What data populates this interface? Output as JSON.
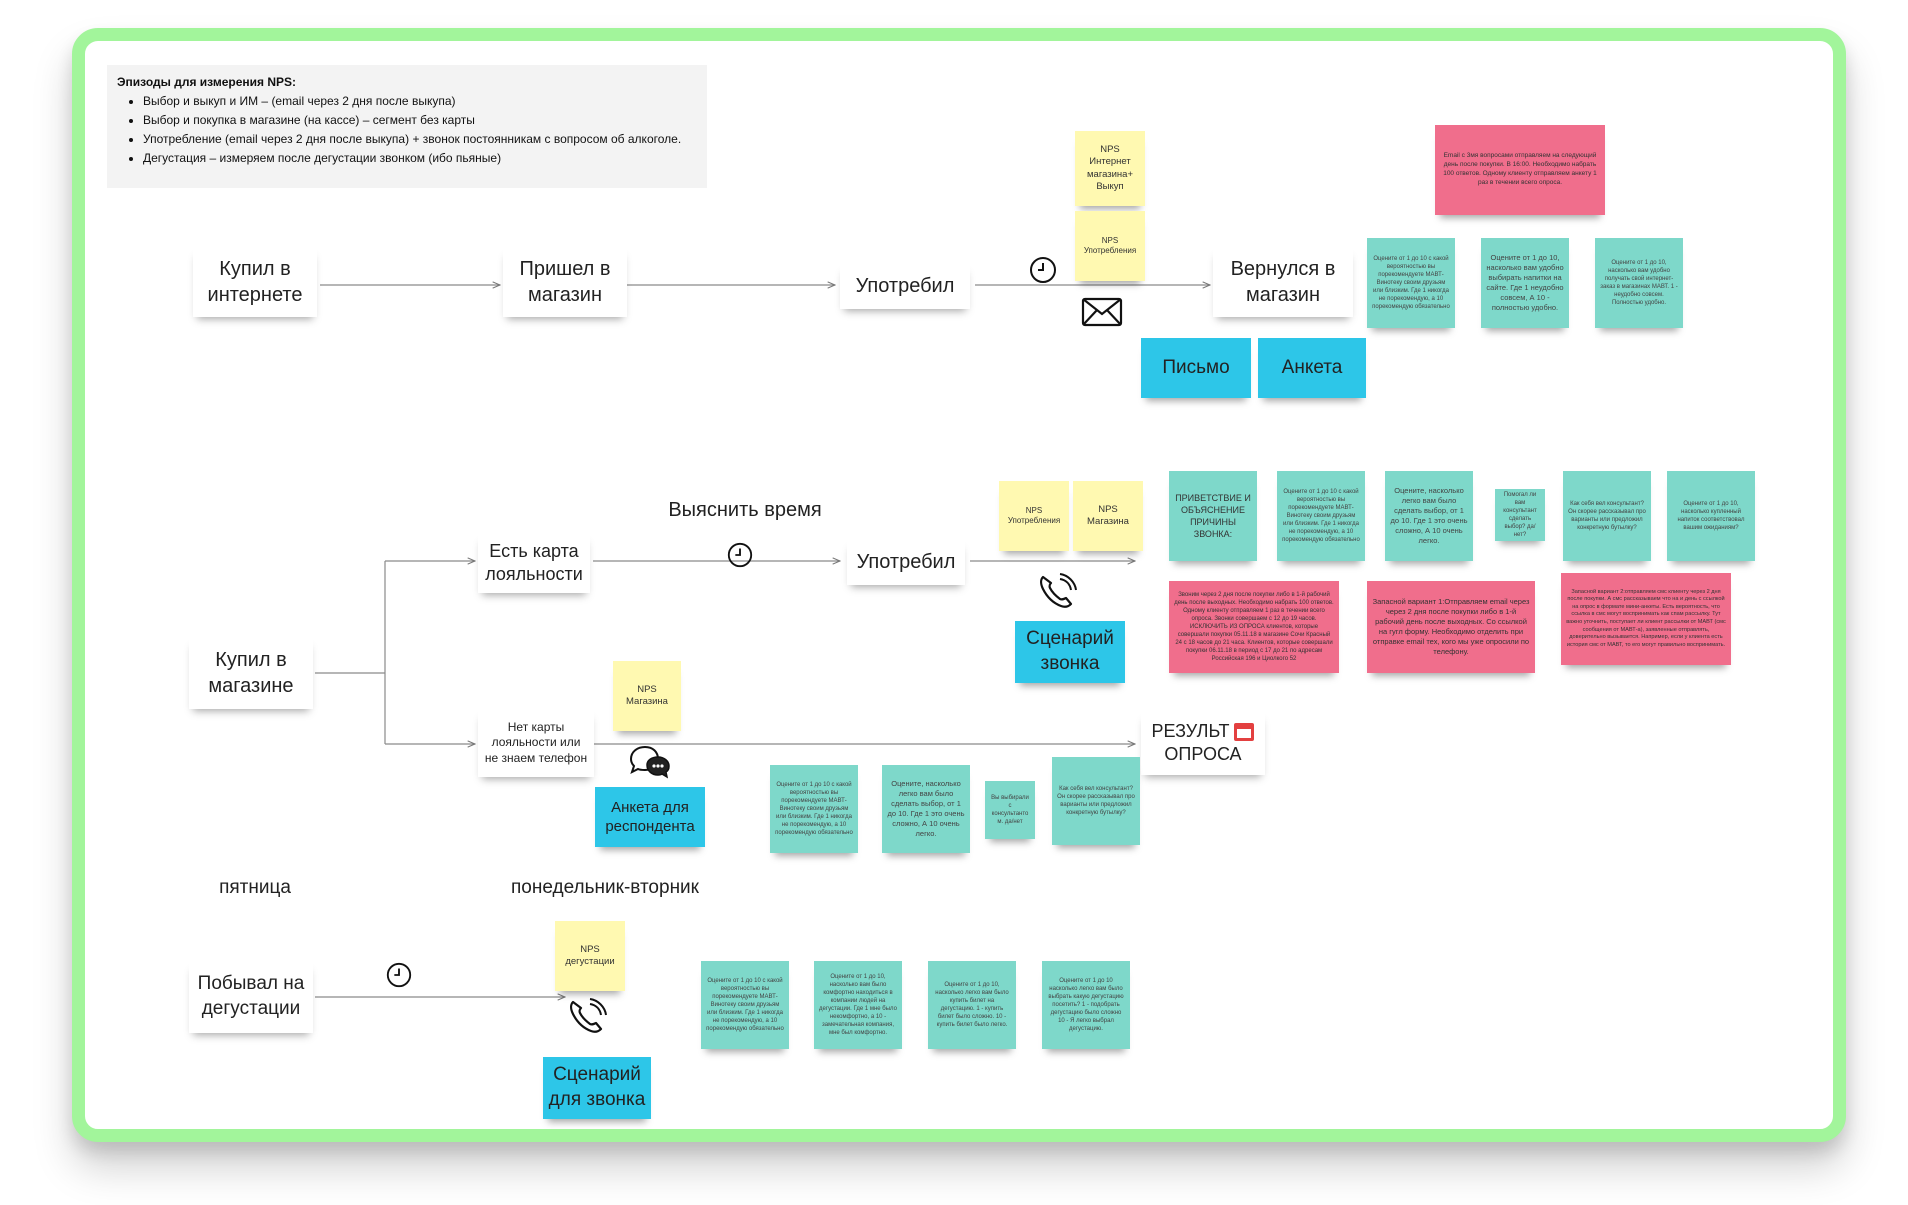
{
  "note": {
    "title": "Эпизоды для измерения NPS:",
    "items": [
      "Выбор и выкуп и ИМ – (email через 2 дня после выкупа)",
      "Выбор и покупка в магазине (на кассе) – сегмент без карты",
      "Употребление (email через 2 дня после выкупа) + звонок постоянникам с вопросом об алкоголе.",
      "Дегустация – измеряем после дегустации звонком (ибо пьяные)"
    ]
  },
  "row1": {
    "bought_online": [
      "Купил в",
      "интернете"
    ],
    "came_store": [
      "Пришел в",
      "магазин"
    ],
    "consumed": "Употребил",
    "returned": [
      "Вернулся в",
      "магазин"
    ],
    "nps_online": "NPS Интернет магазина+ Выкуп",
    "nps_consume": "NPS Употребления",
    "letter": "Письмо",
    "survey": "Анкета",
    "red_note": "Email с 3мя вопросами отправляем на следующий день после покупки. В 16:00. Необходимо набрать 100 ответов. Одному клиенту отправляем анкету 1 раз в течении всего опроса.",
    "teal1": "Оцените от 1 до 10 с какой вероятностью вы порекомендуете МАВТ-Винотеку своим друзьям или близким. Где 1 никогда не порекомендую, а 10 порекомендую обязательно",
    "teal2": "Оцените от 1 до 10, насколько вам удобно выбирать напитки на сайте. Где 1 неудобно совсем, А 10 - полностью удобно.",
    "teal3": "Оцените от 1 до 10, насколько вам удобно получать свой интернет-заказ в магазинах МАВТ. 1 - неудобно совсем. Полностью удобно."
  },
  "row2": {
    "bought_store": [
      "Купил в",
      "магазине"
    ],
    "has_card": [
      "Есть карта",
      "лояльности"
    ],
    "find_time": "Выяснить время",
    "consumed": "Употребил",
    "nps_consume": "NPS Употребления",
    "nps_store": "NPS Магазина",
    "call_script": [
      "Сценарий",
      "звонка"
    ],
    "no_card": [
      "Нет карты",
      "лояльности или",
      "не знаем телефон"
    ],
    "nps_store2": "NPS Магазина",
    "respondent": [
      "Анкета для",
      "респондента"
    ],
    "result": [
      "РЕЗУЛЬТ",
      "ОПРОСА"
    ],
    "teal_greeting": "ПРИВЕТСТВИЕ И ОБЪЯСНЕНИЕ ПРИЧИНЫ ЗВОНКА:",
    "teal_recommend": "Оцените от 1 до 10 с какой вероятностью вы порекомендуете МАВТ-Винотеку своим друзьям или близким. Где 1 никогда не порекомендую, а 10 порекомендую обязательно",
    "teal_choice": "Оцените, насколько легко вам было сделать выбор, от 1 до 10. Где 1 это очень сложно, А 10 очень легко.",
    "teal_help": "Помогал ли вам консультант сделать выбор? да/нет?",
    "teal_consultant": "Как себя вел консультант? Он скорее рассказывал про варианты или предложил конкретную бутылку?",
    "teal_match": "Оцените от 1 до 10, насколько купленный напиток соответствовал вашим ожиданиям?",
    "red1": "Звоним через 2 дня после покупки либо в 1-й рабочий день после выходных. Необходимо набрать 100 ответов. Одному клиенту отправляем 1 раз в течении всего опроса. Звонки совершаем с 12 до 19 часов. ИСКЛЮЧИТЬ ИЗ ОПРОСА клиентов, которые совершали покупки 05.11.18 в магазине Сочи Красный 24 с 18 часов до 21 часа. Клиентов, которые совершали покупки 06.11.18 в период с 17 до 21 по адресам Российская 196 и Циолкого 52",
    "red2": "Запасной вариант 1:Отправляем email через через 2 дня после покупки либо в 1-й рабочий день после выходных. Со ссылкой на гугл форму. Необходимо отделить при отправке email тех, кого мы уже опросили по телефону.",
    "red3": "Запасной вариант 2:отправляем смс клиенту через 2 дня после покупки. А смс рассказываем что на и день с ссылкой на опрос в формате мини-анкеты. Есть вероятность, что ссылка в смс могут воспринимать как спам рассылку. Тут важно уточнить, поступает ли клиент рассылки от МАВТ (смс сообщения от МАВТ-а), заявленные отправлять, доверительно вызывается. Например, если у клиента есть история смс от МАВТ, то его могут правильно воспринимать.",
    "teal_b1": "Оцените от 1 до 10 с какой вероятностью вы порекомендуете МАВТ-Винотеку своим друзьям или близким. Где 1 никогда не порекомендую, а 10 порекомендую обязательно",
    "teal_b2": "Оцените, насколько легко вам было сделать выбор, от 1 до 10. Где 1 это очень сложно, А 10 очень легко.",
    "teal_b3": "Вы выбирали с консультантом. да/нет",
    "teal_b4": "Как себя вел консультант? Он скорее рассказывал про варианты или предложил конкретную бутылку?"
  },
  "row3": {
    "friday": "пятница",
    "mon_tue": "понедельник-вторник",
    "tasting": [
      "Побывал на",
      "дегустации"
    ],
    "nps_tasting": "NPS дегустации",
    "call_script": [
      "Сценарий",
      "для звонка"
    ],
    "teal1": "Оцените от 1 до 10 с какой вероятностью вы порекомендуете МАВТ-Винотеку своим друзьям или близким. Где 1 никогда не порекомендую, а 10 порекомендую обязательно",
    "teal2": "Оцените от 1 до 10, насколько вам было комфортно находиться в компании людей на дегустации. Где 1 мне было некомфортно, а 10 - замечательная компания, мне был комфортно.",
    "teal3": "Оцените от 1 до 10, насколько легко вам было купить билет на дегустацию. 1 - купить билет было сложно. 10 - купить билет было легко.",
    "teal4": "Оцените от 1 до 10 насколько легко вам было выбрать какую дегустацию посетить? 1 - подобрать дегустацию было сложно 10 - Я легко выбрал дегустацию."
  },
  "colors": {
    "border": "#a2f59b",
    "yellow": "#fff9b1",
    "blue": "#2dc6e8",
    "teal": "#7ed8ca",
    "red": "#f06e8c"
  }
}
